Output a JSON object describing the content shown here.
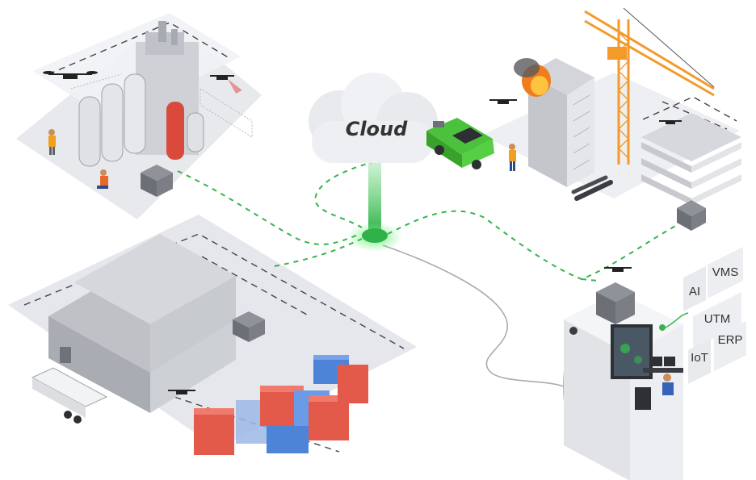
{
  "cloud": {
    "label": "Cloud"
  },
  "systems": [
    {
      "label": "AI"
    },
    {
      "label": "VMS"
    },
    {
      "label": "UTM"
    },
    {
      "label": "IoT"
    },
    {
      "label": "ERP"
    }
  ],
  "colors": {
    "connection": "#36b44a",
    "fire": "#f07c1c",
    "crane": "#f39a2b",
    "truck": "#4cc23c",
    "container_red": "#e35a4b",
    "container_blue": "#4d84d8",
    "platform": "#e9eaee"
  }
}
